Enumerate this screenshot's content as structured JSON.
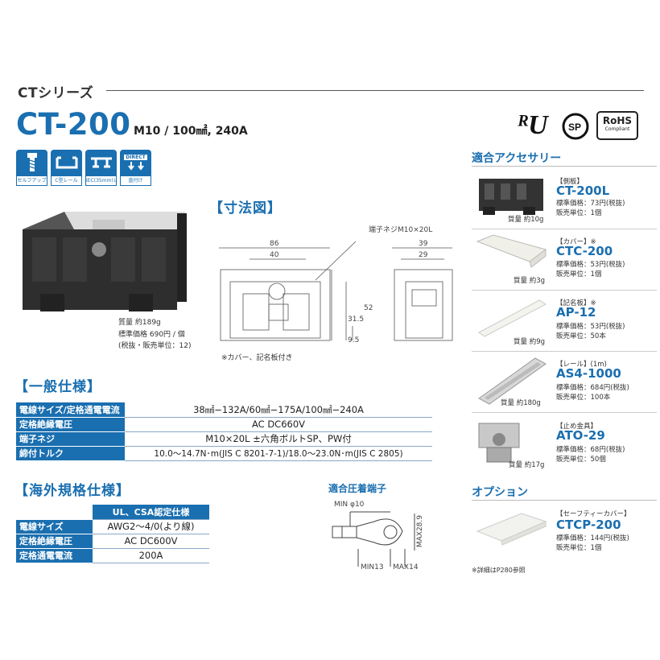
{
  "header": {
    "series": "CTシリーズ",
    "model": "CT-200",
    "model_spec": "M10 / 100㎟, 240A"
  },
  "certs": {
    "rohs_title": "RoHS",
    "rohs_sub": "Compliant"
  },
  "features": [
    "セルフアップ",
    "C型レール",
    "IEC(35mm)レール",
    "直付け"
  ],
  "feature_direct": "DIRECT",
  "product": {
    "weight": "質量 約189g",
    "price": "標準価格 690円 / 個",
    "unit": "(税抜・販売単位：12)"
  },
  "dimensions": {
    "title": "【寸法図】",
    "terminal_screw": "端子ネジM10×20L",
    "w86": "86",
    "w40": "40",
    "w39": "39",
    "w29": "29",
    "h52": "52",
    "h315": "31.5",
    "h95": "9.5",
    "note": "※カバー、記名板付き"
  },
  "general_spec": {
    "title": "【一般仕様】",
    "rows": [
      {
        "key": "電線サイズ/定格通電電流",
        "value": "38㎟−132A/60㎟−175A/100㎟−240A"
      },
      {
        "key": "定格絶縁電圧",
        "value": "AC DC660V"
      },
      {
        "key": "端子ネジ",
        "value": "M10×20L ±六角ボルトSP、PW付"
      },
      {
        "key": "締付トルク",
        "value": "10.0〜14.7N･m(JIS C 8201-7-1)/18.0〜23.0N･m(JIS C 2805)"
      }
    ]
  },
  "overseas_spec": {
    "title": "【海外規格仕様】",
    "header": "UL、CSA認定仕様",
    "rows": [
      {
        "key": "電線サイズ",
        "value": "AWG2〜4/0(より線)"
      },
      {
        "key": "定格絶縁電圧",
        "value": "AC DC600V"
      },
      {
        "key": "定格通電電流",
        "value": "200A"
      }
    ]
  },
  "crimp": {
    "title": "適合圧着端子",
    "min10": "MIN φ10",
    "max289": "MAX28.9",
    "min13": "MIN13",
    "max14": "MAX14"
  },
  "accessories": {
    "title": "適合アクセサリー",
    "items": [
      {
        "cat": "【側板】",
        "name": "CT-200L",
        "price": "標準価格：73円(税抜)",
        "unit": "販売単位：1個",
        "weight": "質量 約10g"
      },
      {
        "cat": "【カバー】※",
        "name": "CTC-200",
        "price": "標準価格：53円(税抜)",
        "unit": "販売単位：1個",
        "weight": "質量 約3g"
      },
      {
        "cat": "【記名板】※",
        "name": "AP-12",
        "price": "標準価格：53円(税抜)",
        "unit": "販売単位：50本",
        "weight": "質量 約9g"
      },
      {
        "cat": "【レール】(1m)",
        "name": "AS4-1000",
        "price": "標準価格：684円(税抜)",
        "unit": "販売単位：100本",
        "weight": "質量 約180g"
      },
      {
        "cat": "【止め金具】",
        "name": "ATO-29",
        "price": "標準価格：68円(税抜)",
        "unit": "販売単位：50個",
        "weight": "質量 約17g"
      }
    ]
  },
  "options": {
    "title": "オプション",
    "item": {
      "cat": "【セーフティーカバー】",
      "name": "CTCP-200",
      "price": "標準価格：144円(税抜)",
      "unit": "販売単位：1個"
    },
    "note": "※詳細はP280参照"
  }
}
